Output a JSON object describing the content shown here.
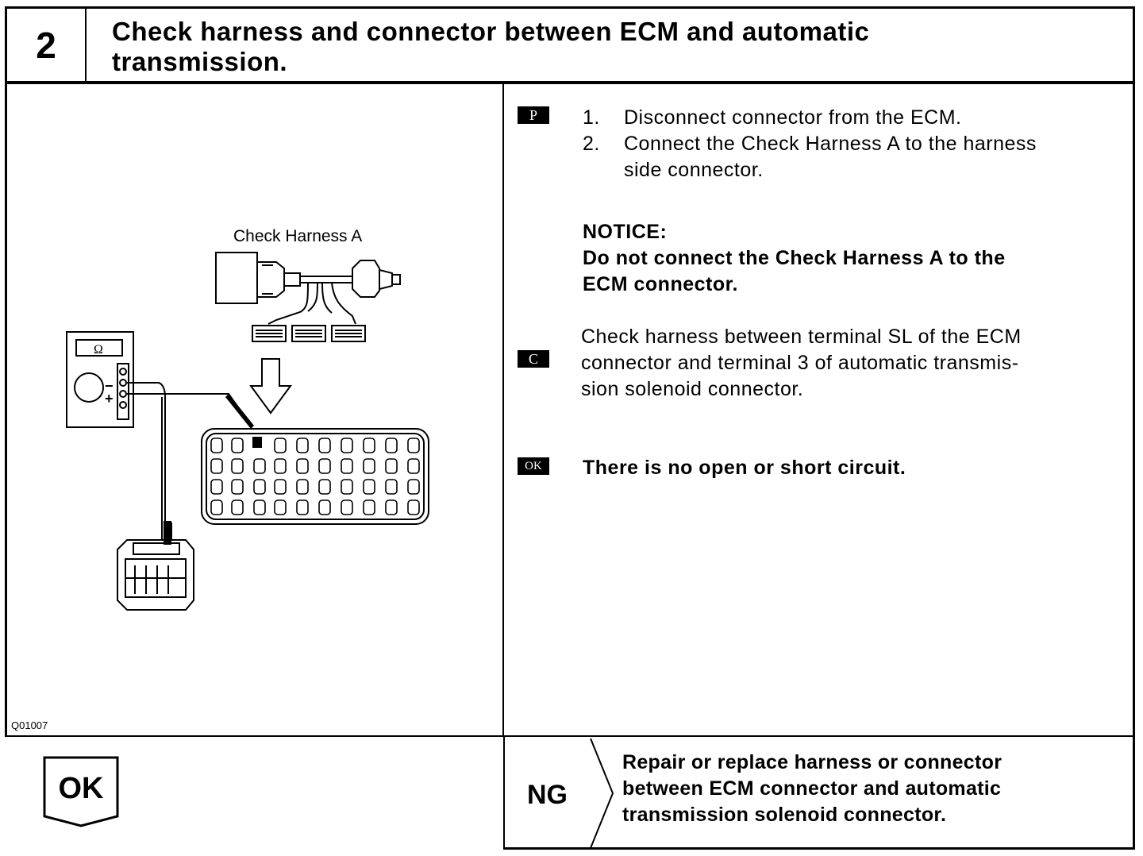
{
  "header": {
    "step_number": "2",
    "title_line1": "Check harness and connector between ECM and automatic",
    "title_line2": "transmission."
  },
  "figure": {
    "harness_label": "Check Harness A",
    "meter_symbol": "Ω",
    "minus": "−",
    "plus": "+",
    "code": "Q01007"
  },
  "instructions": {
    "prep_badge": "P",
    "step1_num": "1.",
    "step1_text": "Disconnect connector from the ECM.",
    "step2_num": "2.",
    "step2_line1": "Connect the Check Harness A to the harness",
    "step2_line2": "side connector.",
    "notice_title": "NOTICE:",
    "notice_line1": "Do not connect the Check Harness A to the",
    "notice_line2": "ECM connector.",
    "check_badge": "C",
    "check_line1": "Check harness between terminal SL of the ECM",
    "check_line2": "connector and terminal 3 of automatic transmis-",
    "check_line3": "sion solenoid connector.",
    "ok_badge": "OK",
    "ok_text": "There is no open or short circuit."
  },
  "results": {
    "ok_label": "OK",
    "ng_label": "NG",
    "ng_line1": "Repair or replace harness or connector",
    "ng_line2": "between ECM connector and automatic",
    "ng_line3": "transmission solenoid connector."
  }
}
